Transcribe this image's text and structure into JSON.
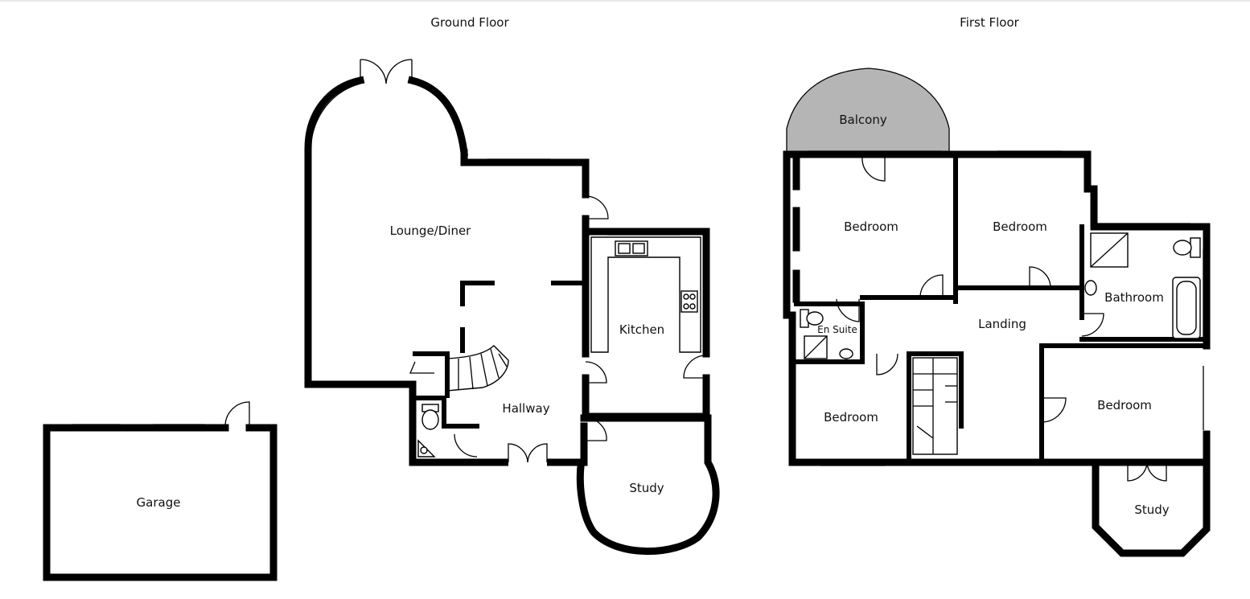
{
  "floors": {
    "ground": {
      "title": "Ground Floor",
      "rooms": {
        "lounge": "Lounge/Diner",
        "kitchen": "Kitchen",
        "hallway": "Hallway",
        "study": "Study",
        "garage": "Garage"
      }
    },
    "first": {
      "title": "First Floor",
      "rooms": {
        "balcony": "Balcony",
        "bedroom_1": "Bedroom",
        "bedroom_2": "Bedroom",
        "bathroom": "Bathroom",
        "en_suite": "En Suite",
        "landing": "Landing",
        "bedroom_3": "Bedroom",
        "bedroom_4": "Bedroom",
        "study": "Study"
      }
    }
  },
  "colors": {
    "wall": "#000000",
    "balcony_fill": "#b5b5b5",
    "background": "#ffffff"
  }
}
